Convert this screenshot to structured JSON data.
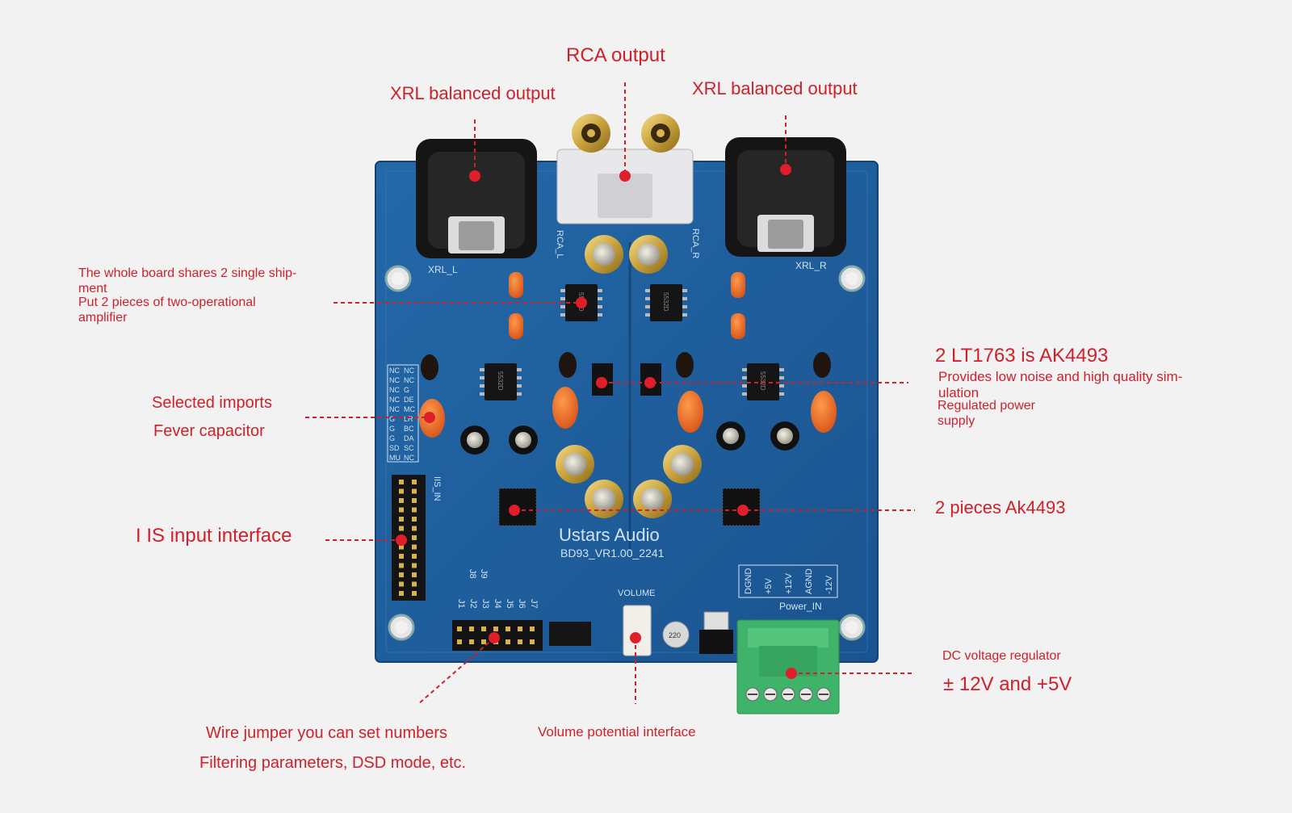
{
  "labels": {
    "rca_output": "RCA output",
    "xrl_left": "XRL balanced output",
    "xrl_right": "XRL balanced output",
    "opamp_line1": "The whole board shares 2 single ship-",
    "opamp_line2": "ment",
    "opamp_line3": "Put 2 pieces of two-operational",
    "opamp_line4": "amplifier",
    "cap_line1": "Selected imports",
    "cap_line2": "Fever capacitor",
    "iis_input": "I IS input interface",
    "lt_title": "2 LT1763 is AK4493",
    "lt_line1": "Provides low noise and high quality sim-",
    "lt_line2": "ulation",
    "lt_line3": "Regulated power",
    "lt_line4": "supply",
    "ak_pieces": "2 pieces Ak4493",
    "dc_regulator": "DC voltage regulator",
    "dc_voltages": "± 12V and +5V",
    "jumper_line1": "Wire jumper you can set numbers",
    "jumper_line2": "Filtering parameters, DSD mode, etc.",
    "volume_iface": "Volume potential interface"
  },
  "board": {
    "brand": "Ustars Audio",
    "model": "BD93_VR1.00_2241",
    "silk_xrl_l": "XRL_L",
    "silk_xrl_r": "XRL_R",
    "silk_rca_l": "RCA_L",
    "silk_rca_r": "RCA_R",
    "silk_iis_in": "IIS_IN",
    "silk_volume": "VOLUME",
    "silk_power_in": "Power_IN",
    "power_pins": [
      "DGND",
      "+5V",
      "+12V",
      "AGND",
      "-12V"
    ],
    "jumper_labels": [
      "J1",
      "J2",
      "J3",
      "J4",
      "J5",
      "J6",
      "J7"
    ],
    "jumper_labels_top": [
      "J8",
      "J9"
    ],
    "iis_table": [
      [
        "NC",
        "NC"
      ],
      [
        "NC",
        "NC"
      ],
      [
        "NC",
        "G"
      ],
      [
        "NC",
        "DE"
      ],
      [
        "NC",
        "MC"
      ],
      [
        "G",
        "LR"
      ],
      [
        "G",
        "BC"
      ],
      [
        "G",
        "DA"
      ],
      [
        "SD",
        "SC"
      ],
      [
        "MU",
        "NC"
      ]
    ],
    "opamp_marking": "5532D",
    "cap_marking": "220"
  },
  "colors": {
    "annotation": "#d0202a",
    "pcb": "#1f5f9c",
    "pcb_dark": "#17497a",
    "silkscreen": "#cfe3f5",
    "terminal": "#3fb36a"
  }
}
